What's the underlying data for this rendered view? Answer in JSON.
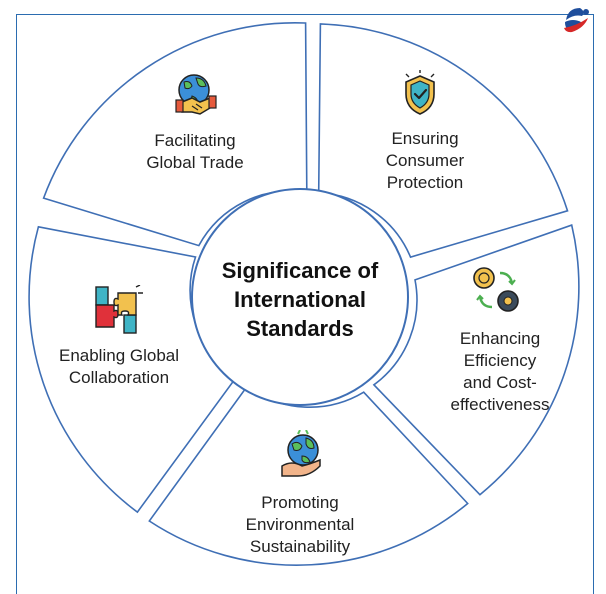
{
  "center": {
    "line1": "Significance of",
    "line2": "International",
    "line3": "Standards"
  },
  "segments": [
    {
      "lines": [
        "Facilitating",
        "Global Trade"
      ],
      "icon": "handshake-globe-icon"
    },
    {
      "lines": [
        "Ensuring",
        "Consumer",
        "Protection"
      ],
      "icon": "shield-check-icon"
    },
    {
      "lines": [
        "Enhancing",
        "Efficiency",
        "and Cost-",
        "effectiveness"
      ],
      "icon": "coins-cycle-icon"
    },
    {
      "lines": [
        "Promoting",
        "Environmental",
        "Sustainability"
      ],
      "icon": "earth-hand-icon"
    },
    {
      "lines": [
        "Enabling Global",
        "Collaboration"
      ],
      "icon": "puzzle-hands-icon"
    }
  ],
  "colors": {
    "segment_border": "#3f6fb5",
    "frame_border": "#2b6cb0",
    "logo_blue": "#1f4e9c",
    "logo_red": "#d62828"
  }
}
